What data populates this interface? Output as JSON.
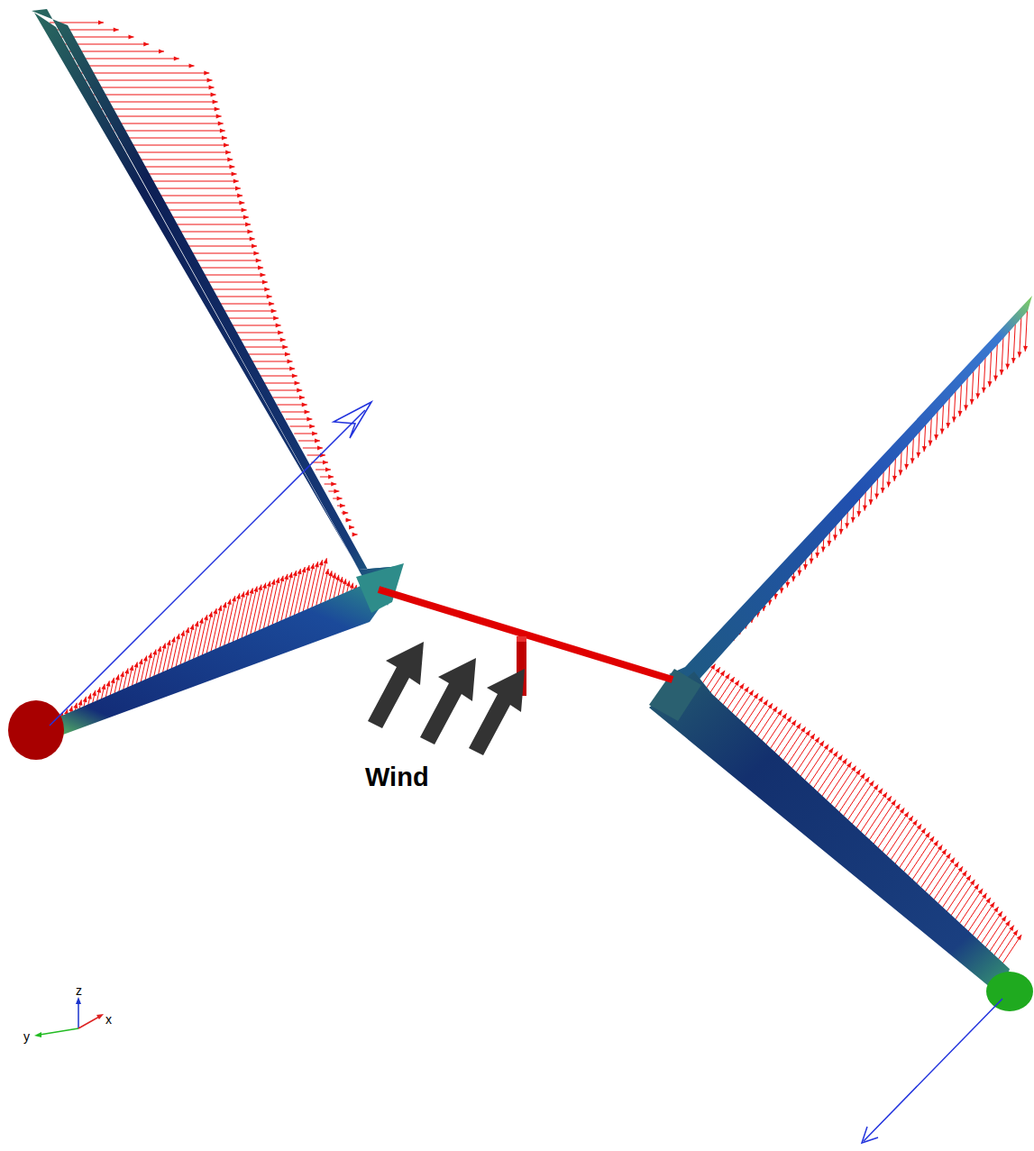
{
  "diagram": {
    "labels": [
      "Wind",
      "z",
      "y",
      "x"
    ]
  }
}
